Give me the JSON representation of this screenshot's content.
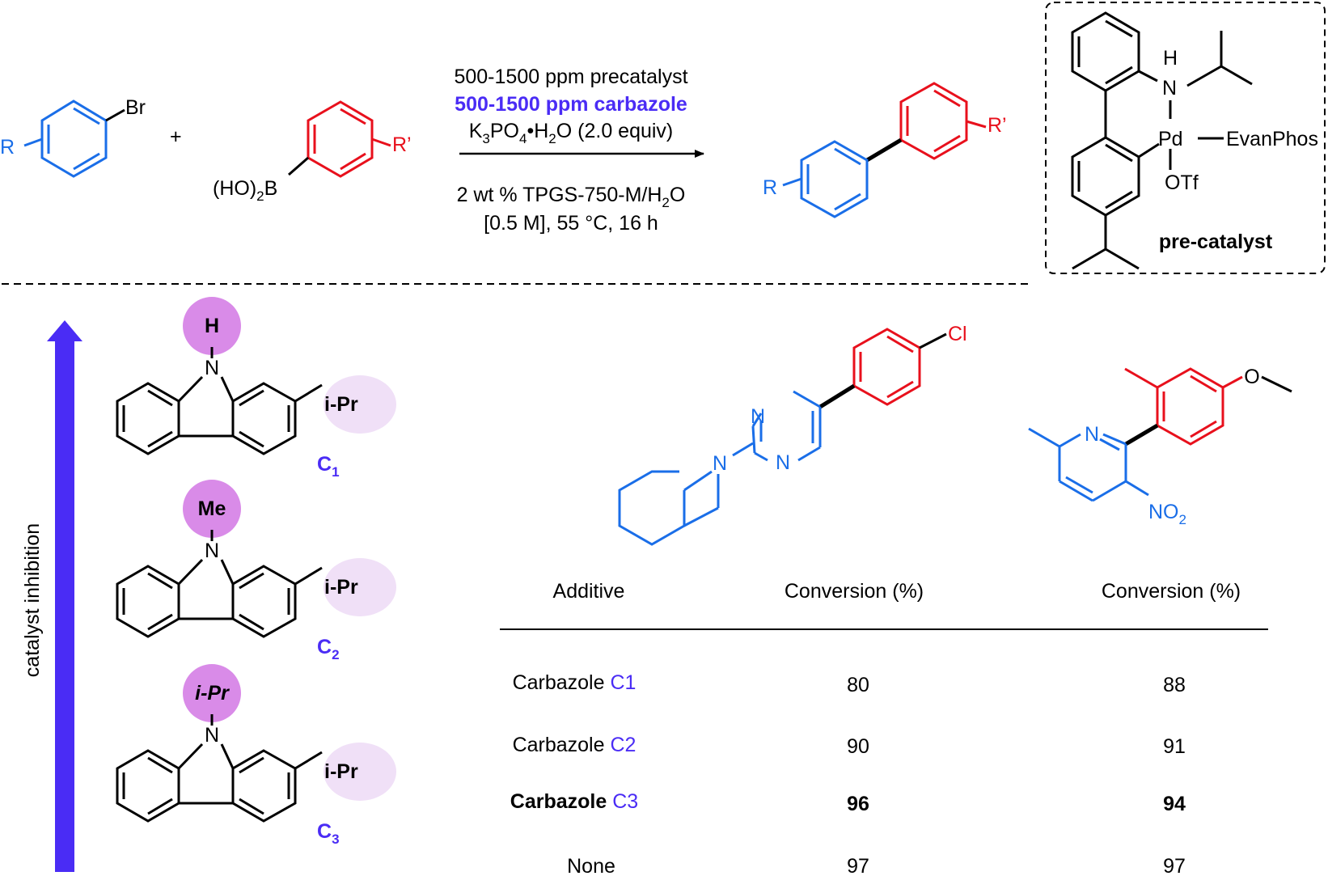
{
  "colors": {
    "blue": "#1a6ee8",
    "red": "#e8101c",
    "purple": "#4a2cf5",
    "bubble": "#d98be8",
    "bubble_light": "#f0e0f7",
    "black": "#000000"
  },
  "reaction": {
    "aryl_bromide": {
      "r_label": "R",
      "br_label": "Br"
    },
    "plus": "+",
    "boronic_acid": {
      "boron_label": "(HO)",
      "boron_sub": "2",
      "boron_end": "B",
      "r_prime": "R’"
    },
    "conditions": {
      "line1": "500-1500 ppm precatalyst",
      "line2": "500-1500 ppm carbazole",
      "line3_a": "K",
      "line3_sub1": "3",
      "line3_b": "PO",
      "line3_sub2": "4",
      "line3_c": "•H",
      "line3_sub3": "2",
      "line3_d": "O (2.0 equiv)",
      "line4_a": "2 wt % TPGS-750-M/H",
      "line4_sub": "2",
      "line4_b": "O",
      "line5": "[0.5 M], 55 °C, 16 h"
    },
    "product": {
      "r_label": "R",
      "r_prime": "R’"
    }
  },
  "precatalyst": {
    "h": "H",
    "n": "N",
    "pd": "Pd",
    "ligand": "EvanPhos",
    "otf": "OTf",
    "caption": "pre-catalyst"
  },
  "inhibition": {
    "label": "catalyst inhibition"
  },
  "carbazoles": [
    {
      "substituent": "H",
      "n": "N",
      "ipr": "i-Pr",
      "tag": "C",
      "tag_sub": "1"
    },
    {
      "substituent": "Me",
      "n": "N",
      "ipr": "i-Pr",
      "tag": "C",
      "tag_sub": "2"
    },
    {
      "substituent": "i-Pr",
      "n": "N",
      "ipr": "i-Pr",
      "tag": "C",
      "tag_sub": "3"
    }
  ],
  "products": {
    "pyrimidine": {
      "n_top": "N",
      "n_bottom": "N",
      "n_pip": "N",
      "cl": "Cl"
    },
    "pyridine": {
      "n": "N",
      "no2": "NO",
      "no2_sub": "2",
      "o": "O"
    }
  },
  "table": {
    "headers": [
      "Additive",
      "Conversion (%)",
      "Conversion (%)"
    ],
    "rows": [
      {
        "additive": "Carbazole",
        "tag": "C1",
        "conv1": "80",
        "conv2": "88",
        "bold": false
      },
      {
        "additive": "Carbazole",
        "tag": "C2",
        "conv1": "90",
        "conv2": "91",
        "bold": false
      },
      {
        "additive": "Carbazole",
        "tag": "C3",
        "conv1": "96",
        "conv2": "94",
        "bold": true
      },
      {
        "additive": "None",
        "tag": "",
        "conv1": "97",
        "conv2": "97",
        "bold": false
      }
    ]
  }
}
